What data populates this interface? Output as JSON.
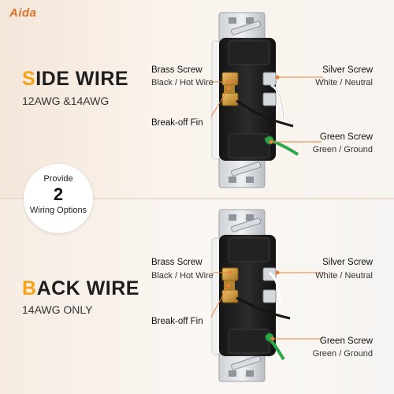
{
  "brand": {
    "logo": "Aida"
  },
  "badge": {
    "line1": "Provide",
    "number": "2",
    "line3": "Wiring Options"
  },
  "side_wire": {
    "title_first": "S",
    "title_rest": "IDE WIRE",
    "subtitle": "12AWG &14AWG",
    "brass_screw": {
      "name": "Brass Screw",
      "desc": "Black / Hot Wire"
    },
    "break_off_fin": "Break-off Fin",
    "silver_screw": {
      "name": "Silver Screw",
      "desc": "White / Neutral"
    },
    "green_screw": {
      "name": "Green Screw",
      "desc": "Green / Ground"
    }
  },
  "back_wire": {
    "title_first": "B",
    "title_rest": "ACK WIRE",
    "subtitle": "14AWG ONLY",
    "brass_screw": {
      "name": "Brass Screw",
      "desc": "Black / Hot Wire"
    },
    "break_off_fin": "Break-off Fin",
    "silver_screw": {
      "name": "Silver Screw",
      "desc": "White / Neutral"
    },
    "green_screw": {
      "name": "Green Screw",
      "desc": "Green / Ground"
    }
  },
  "colors": {
    "accent_orange": "#f5a31a",
    "leader_line": "#e8823a",
    "logo_orange": "#e0712b",
    "ground_green": "#2aa84a",
    "brass": "#c9963b"
  }
}
